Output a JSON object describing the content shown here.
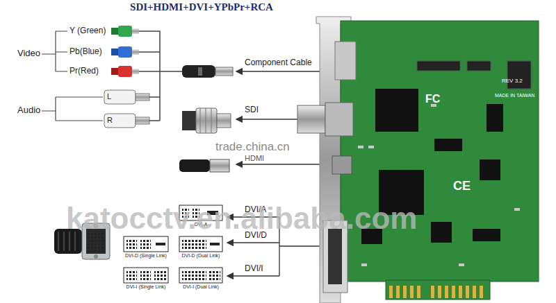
{
  "diagram": {
    "title": "SDI+HDMI+DVI+YPbPr+RCA",
    "labels": [
      "Video",
      "Y (Green)",
      "Pb(Blue)",
      "Pr(Red)",
      "Audio",
      "L",
      "R",
      "Component Cable",
      "SDI",
      "HDMI",
      "DVI/A",
      "DVI/D",
      "DVI/I",
      "DVI-A",
      "DVI-D (Single Link)",
      "DVI-D (Dual Link)",
      "DVI-I (Single Link)",
      "DVI-I (Dual Link)",
      "FC",
      "REV 3.2",
      "MADE IN TAIWAN",
      "CE",
      "trade.china.cn",
      "katocctv.en.alibaba.com"
    ]
  }
}
